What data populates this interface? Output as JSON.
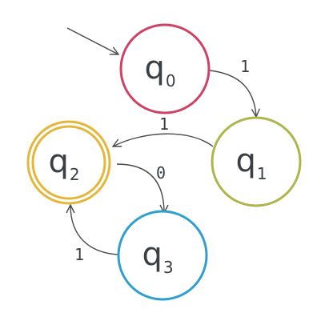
{
  "states": [
    {
      "id": "q0",
      "main": "q",
      "sub": "0",
      "color": "#cf4266",
      "accepting": false,
      "initial": true
    },
    {
      "id": "q1",
      "main": "q",
      "sub": "1",
      "color": "#aeb54a",
      "accepting": false,
      "initial": false
    },
    {
      "id": "q2",
      "main": "q",
      "sub": "2",
      "color": "#e4b73c",
      "accepting": true,
      "initial": false
    },
    {
      "id": "q3",
      "main": "q",
      "sub": "3",
      "color": "#2f9fd0",
      "accepting": false,
      "initial": false
    }
  ],
  "transitions": [
    {
      "id": "t-q0-q1",
      "from": "q0",
      "to": "q1",
      "label": "1"
    },
    {
      "id": "t-q1-q2",
      "from": "q1",
      "to": "q2",
      "label": "1"
    },
    {
      "id": "t-q2-q3",
      "from": "q2",
      "to": "q3",
      "label": "0"
    },
    {
      "id": "t-q3-q2",
      "from": "q3",
      "to": "q2",
      "label": "1"
    }
  ],
  "edge_color": "#4a4a4a"
}
